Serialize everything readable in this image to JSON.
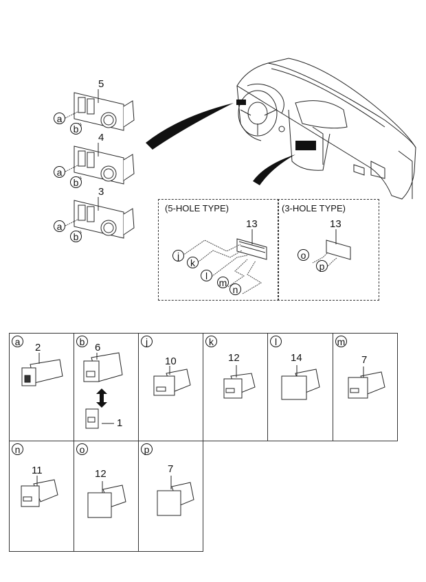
{
  "assemblies": [
    {
      "number": "5",
      "callouts": [
        "a",
        "b"
      ]
    },
    {
      "number": "4",
      "callouts": [
        "a",
        "b"
      ]
    },
    {
      "number": "3",
      "callouts": [
        "a",
        "b"
      ]
    }
  ],
  "panels": {
    "five_hole": {
      "title": "(5-HOLE TYPE)",
      "number": "13",
      "callouts": [
        "j",
        "k",
        "l",
        "m",
        "n"
      ]
    },
    "three_hole": {
      "title": "(3-HOLE TYPE)",
      "number": "13",
      "callouts": [
        "o",
        "p"
      ]
    }
  },
  "grid": [
    {
      "letter": "a",
      "parts": [
        "2"
      ]
    },
    {
      "letter": "b",
      "parts": [
        "6",
        "1"
      ]
    },
    {
      "letter": "j",
      "parts": [
        "10"
      ]
    },
    {
      "letter": "k",
      "parts": [
        "12"
      ]
    },
    {
      "letter": "l",
      "parts": [
        "14"
      ]
    },
    {
      "letter": "m",
      "parts": [
        "7"
      ]
    },
    {
      "letter": "n",
      "parts": [
        "11"
      ]
    },
    {
      "letter": "o",
      "parts": [
        "12"
      ]
    },
    {
      "letter": "p",
      "parts": [
        "7"
      ]
    }
  ]
}
